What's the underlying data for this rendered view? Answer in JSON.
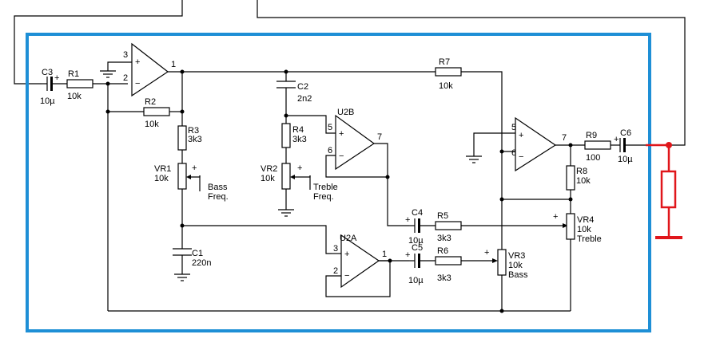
{
  "colors": {
    "frame": "#1e8fd6",
    "wire": "#000000",
    "load": "#e0161b"
  },
  "components": {
    "C3": {
      "ref": "C3",
      "value": "10µ"
    },
    "R1": {
      "ref": "R1",
      "value": "10k"
    },
    "R2": {
      "ref": "R2",
      "value": "10k"
    },
    "R3": {
      "ref": "R3",
      "value": "3k3"
    },
    "VR1": {
      "ref": "VR1",
      "value": "10k",
      "label1": "Bass",
      "label2": "Freq."
    },
    "C1": {
      "ref": "C1",
      "value": "220n"
    },
    "C2": {
      "ref": "C2",
      "value": "2n2"
    },
    "R4": {
      "ref": "R4",
      "value": "3k3"
    },
    "VR2": {
      "ref": "VR2",
      "value": "10k",
      "label1": "Treble",
      "label2": "Freq."
    },
    "U2B": {
      "ref": "U2B"
    },
    "U2A": {
      "ref": "U2A"
    },
    "R7": {
      "ref": "R7",
      "value": "10k"
    },
    "C4": {
      "ref": "C4",
      "value": "10µ"
    },
    "R5": {
      "ref": "R5",
      "value": "3k3"
    },
    "C5": {
      "ref": "C5",
      "value": "10µ"
    },
    "R6": {
      "ref": "R6",
      "value": "3k3"
    },
    "VR3": {
      "ref": "VR3",
      "value": "10k",
      "label": "Bass"
    },
    "VR4": {
      "ref": "VR4",
      "value": "10k",
      "label": "Treble"
    },
    "R8": {
      "ref": "R8",
      "value": "10k"
    },
    "R9": {
      "ref": "R9",
      "value": "100"
    },
    "C6": {
      "ref": "C6",
      "value": "10µ"
    }
  },
  "pins": {
    "u1": {
      "p3": "3",
      "p2": "2",
      "p1": "1"
    },
    "u2b": {
      "p5": "5",
      "p6": "6",
      "p7": "7"
    },
    "u2a": {
      "p3": "3",
      "p2": "2",
      "p1": "1"
    },
    "u3": {
      "p5": "5",
      "p6": "6",
      "p7": "7"
    }
  },
  "marks": {
    "plus": "+",
    "minus": "−"
  }
}
